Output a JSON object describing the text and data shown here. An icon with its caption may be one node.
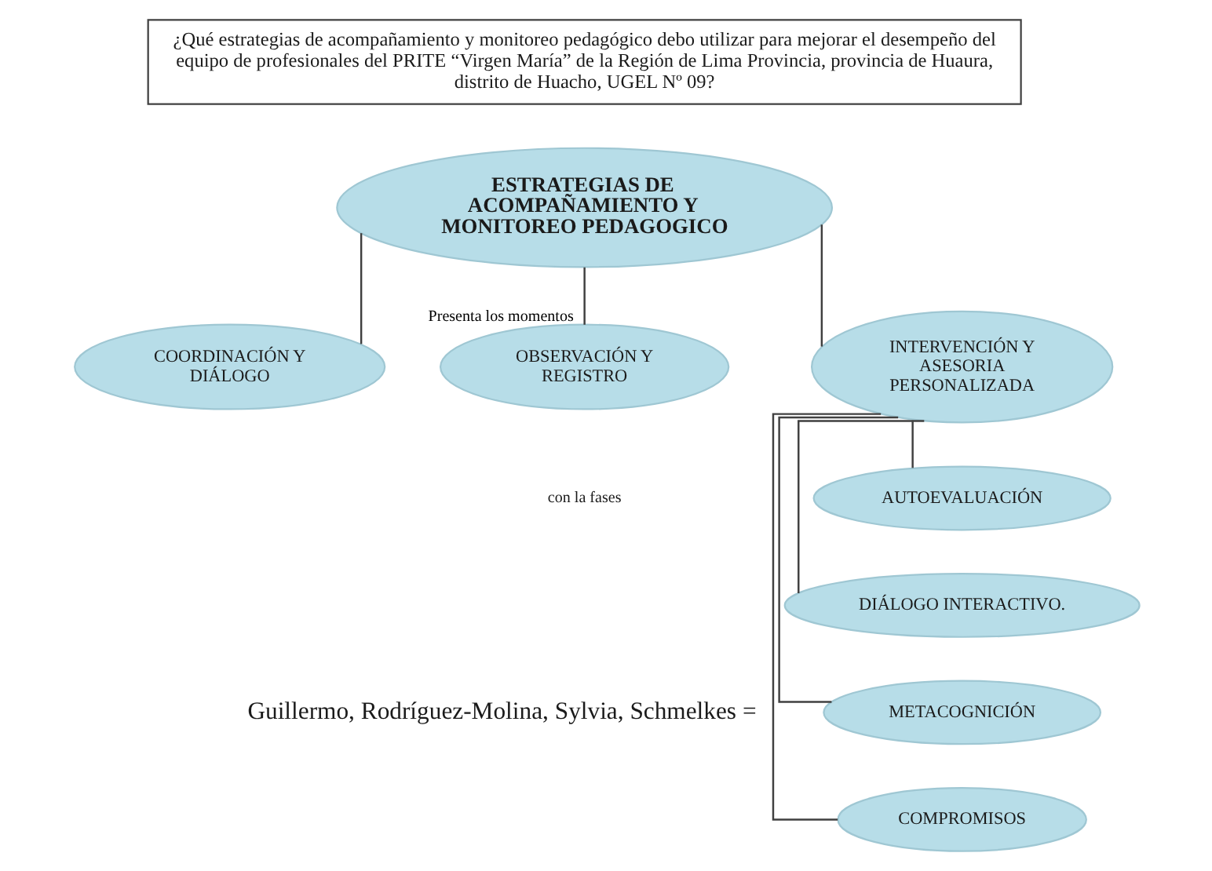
{
  "diagram": {
    "nodes": [
      {
        "text": [
          "¿Qué estrategias de acompañamiento y monitoreo pedagógico debo utilizar para mejorar el desempeño del equipo de profesionales del PRITE “Virgen María” de la Región de Lima Provincia, provincia de Huaura, distrito de Huacho, UGEL Nº 09?"
        ]
      },
      {
        "text": [
          "ESTRATEGIAS DE ACOMPAÑAMIENTO Y MONITOREO PEDAGOGICO"
        ]
      },
      {
        "text": [
          "COORDINACIÓN Y DIÁLOGO"
        ]
      },
      {
        "text": [
          "OBSERVACIÓN Y REGISTRO"
        ]
      },
      {
        "text": [
          "INTERVENCIÓN Y ASESORIA PERSONALIZADA"
        ]
      },
      {
        "text": [
          "AUTOEVALUACIÓN"
        ]
      },
      {
        "text": [
          "DIÁLOGO INTERACTIVO."
        ]
      },
      {
        "text": [
          "METACOGNICIÓN"
        ]
      },
      {
        "text": [
          "COMPROMISOS"
        ]
      }
    ],
    "edges": [
      {
        "from": 1,
        "to": 2,
        "arrow": "none"
      },
      {
        "from": 1,
        "to": 3,
        "arrow": "none",
        "label": "Presenta los momentos"
      },
      {
        "from": 1,
        "to": 4,
        "arrow": "none"
      },
      {
        "from": 4,
        "to": 5,
        "arrow": "none"
      },
      {
        "from": 4,
        "to": 6,
        "arrow": "none"
      },
      {
        "from": 4,
        "to": 7,
        "arrow": "none"
      },
      {
        "from": 4,
        "to": 8,
        "arrow": "none"
      }
    ],
    "labels": [
      "con la fases",
      "Guillermo, Rodríguez-Molina, Sylvia, Schmelkes ="
    ]
  }
}
